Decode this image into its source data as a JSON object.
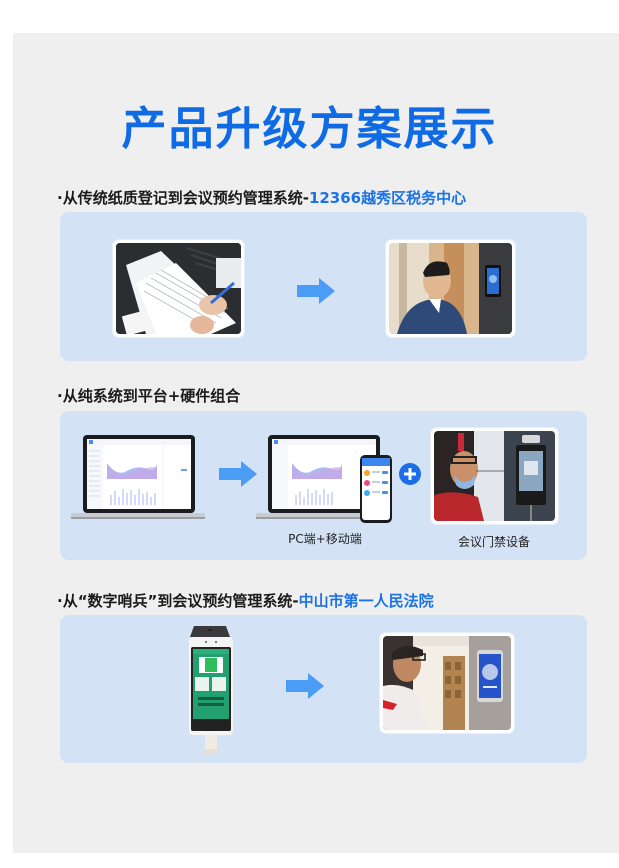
{
  "page": {
    "title": "产品升级方案展示",
    "colors": {
      "title_blue": "#0f6ae6",
      "highlight_blue": "#1a72e8",
      "box_bg": "#d3e2f4",
      "panel_bg": "#efefef",
      "arrow_blue": "#4a9cf5"
    }
  },
  "sections": [
    {
      "bullet": "·",
      "heading": "从传统纸质登记到会议预约管理系统-",
      "highlight": "12366越秀区税务中心",
      "left_image": "paper-registration-photo",
      "arrow_icon": "arrow-right-icon",
      "right_image": "face-recognition-terminal-photo"
    },
    {
      "bullet": "·",
      "heading": "从纯系统到平台+硬件组合",
      "highlight": "",
      "left_image": "laptop-dashboard",
      "arrow_icon": "arrow-right-icon",
      "middle_image": "laptop-and-phone",
      "middle_caption": "PC端+移动端",
      "plus_icon": "plus-circle-icon",
      "right_image": "access-control-device-photo",
      "right_caption": "会议门禁设备"
    },
    {
      "bullet": "·",
      "heading": "从“数字哨兵”到会议预约管理系统-",
      "highlight": "中山市第一人民法院",
      "left_image": "digital-sentinel-terminal",
      "arrow_icon": "arrow-right-icon",
      "right_image": "wall-terminal-photo"
    }
  ]
}
